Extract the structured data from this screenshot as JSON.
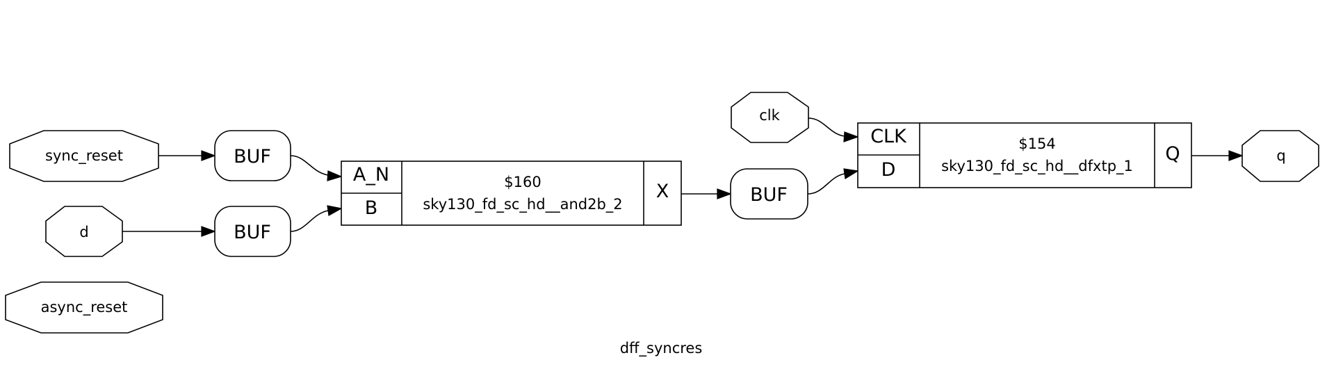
{
  "title": "dff_syncres",
  "ports": {
    "sync_reset": "sync_reset",
    "d": "d",
    "async_reset": "async_reset",
    "clk": "clk",
    "q": "q"
  },
  "buffers": {
    "buf1": "BUF",
    "buf2": "BUF",
    "buf3": "BUF"
  },
  "and_cell": {
    "name": "$160",
    "type": "sky130_fd_sc_hd__and2b_2",
    "pin_a": "A_N",
    "pin_b": "B",
    "pin_out": "X"
  },
  "dff_cell": {
    "name": "$154",
    "type": "sky130_fd_sc_hd__dfxtp_1",
    "pin_clk": "CLK",
    "pin_d": "D",
    "pin_out": "Q"
  }
}
